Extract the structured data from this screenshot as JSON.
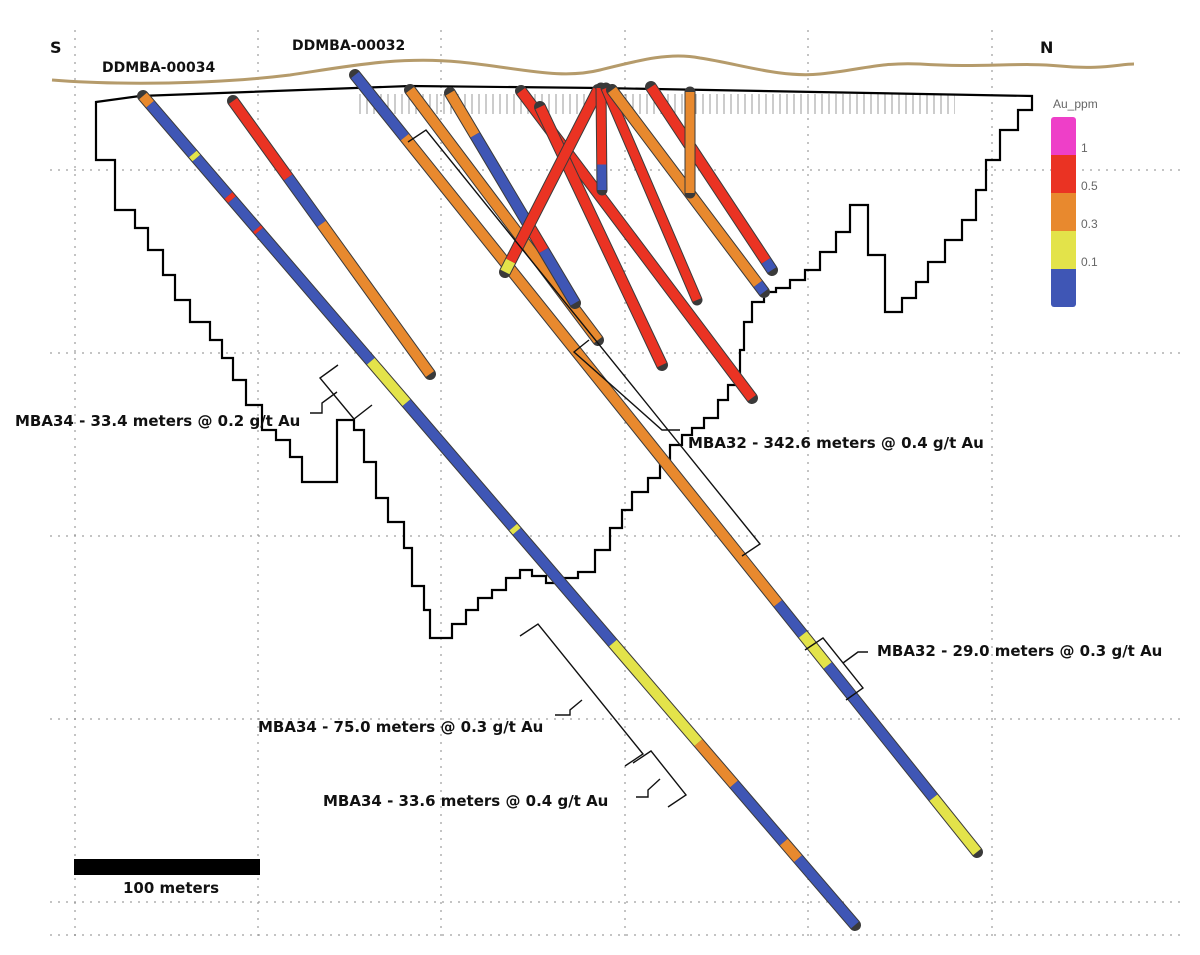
{
  "compass": {
    "south": "S",
    "north": "N"
  },
  "drillholes": [
    {
      "id": "h34",
      "label": "DDMBA-00034"
    },
    {
      "id": "h32",
      "label": "DDMBA-00032"
    }
  ],
  "legend": {
    "title": "Au_ppm",
    "entries": [
      {
        "label": "1",
        "color": "#ee3fc8"
      },
      {
        "label": "0.5",
        "color": "#ea3323"
      },
      {
        "label": "0.3",
        "color": "#e8892e"
      },
      {
        "label": "0.1",
        "color": "#e3e34a"
      },
      {
        "label": "",
        "color": "#3f56b5"
      }
    ]
  },
  "intercepts": [
    {
      "text": "MBA34 - 33.4 meters @ 0.2 g/t Au"
    },
    {
      "text": "MBA32  - 342.6 meters @ 0.4 g/t Au"
    },
    {
      "text": "MBA32  - 29.0 meters @ 0.3 g/t Au"
    },
    {
      "text": "MBA34 - 75.0 meters @ 0.3 g/t Au"
    },
    {
      "text": "MBA34 - 33.6 meters @ 0.4 g/t Au"
    }
  ],
  "scale_bar": {
    "label": "100 meters",
    "length_m": 100
  },
  "colors": {
    "topography": "#b59b6b",
    "pit_outline": "#000000",
    "grid": "#8a8a8a"
  }
}
